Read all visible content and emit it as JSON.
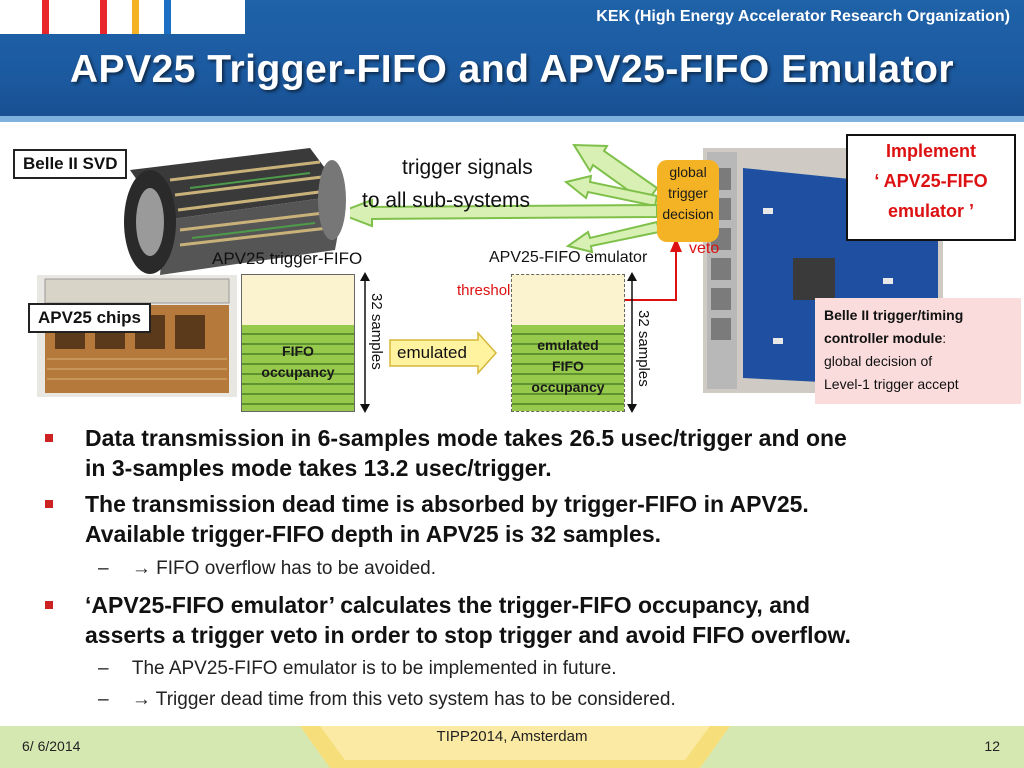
{
  "header": {
    "org": "KEK (High Energy Accelerator Research Organization)",
    "title": "APV25 Trigger-FIFO and APV25-FIFO Emulator",
    "flag_colors": [
      "#e8262c",
      "#f3b324",
      "#1d6fc4"
    ]
  },
  "diagram": {
    "svd_label": "Belle II SVD",
    "chips_label": "APV25 chips",
    "trigger_signals_line1": "trigger signals",
    "trigger_signals_line2": "to all sub-systems",
    "gtd_line1": "global",
    "gtd_line2": "trigger",
    "gtd_line3": "decision",
    "veto": "veto",
    "fifo_title": "APV25 trigger-FIFO",
    "fifo_line1": "FIFO",
    "fifo_line2": "occupancy",
    "samples_left": "32 samples",
    "emulated": "emulated",
    "emu_title": "APV25-FIFO emulator",
    "threshold": "threshold for trigger veto",
    "emu_line1": "emulated",
    "emu_line2": "FIFO",
    "emu_line3": "occupancy",
    "samples_right": "32 samples",
    "implement_line1": "Implement",
    "implement_line2": "‘ APV25-FIFO",
    "implement_line3": "emulator ’",
    "trig_module_bold": "Belle II trigger/timing controller module",
    "trig_module_colon": ":",
    "trig_module_rest1": "global decision of",
    "trig_module_rest2": "Level-1 trigger accept"
  },
  "bullets": [
    {
      "line1": "Data transmission in 6-samples mode takes 26.5 usec/trigger and one",
      "line2": "in 3-samples mode takes 13.2 usec/trigger."
    },
    {
      "line1": "The transmission dead time is absorbed by trigger-FIFO in APV25.",
      "line2": "Available trigger-FIFO depth in APV25 is 32 samples."
    },
    {
      "line1": "‘APV25-FIFO emulator’ calculates the trigger-FIFO occupancy, and",
      "line2": "asserts a trigger veto in order to stop trigger and avoid FIFO overflow."
    }
  ],
  "subbullets": [
    {
      "dash": "–",
      "arrow": "→",
      "text": "FIFO overflow has to be avoided."
    },
    {
      "dash": "–",
      "arrow": "",
      "text": "The APV25-FIFO emulator is to be implemented in future."
    },
    {
      "dash": "–",
      "arrow": "→",
      "text": "Trigger dead time from this veto system has to be considered."
    }
  ],
  "footer": {
    "date": "6/ 6/2014",
    "conference": "TIPP2014, Amsterdam",
    "page": "12"
  }
}
